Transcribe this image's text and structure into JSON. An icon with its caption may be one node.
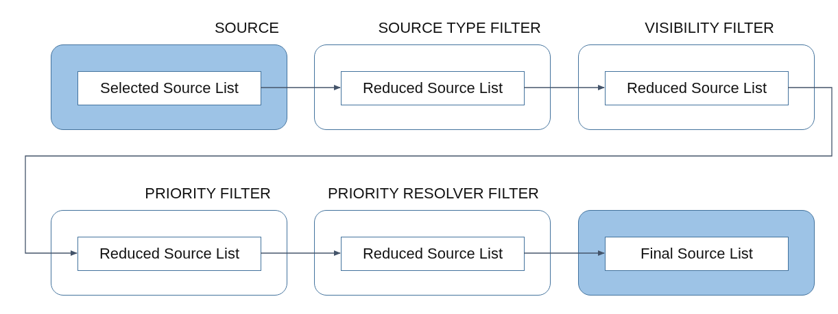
{
  "diagram": {
    "nodes": [
      {
        "text": [
          "SOURCE"
        ]
      },
      {
        "text": [
          "Selected Source List"
        ],
        "in": 0
      },
      {
        "text": [
          "SOURCE TYPE FILTER"
        ]
      },
      {
        "text": [
          "Reduced Source List"
        ],
        "in": 2
      },
      {
        "text": [
          "VISIBILITY FILTER"
        ]
      },
      {
        "text": [
          "Reduced Source List"
        ],
        "in": 4
      },
      {
        "text": [
          "PRIORITY FILTER"
        ]
      },
      {
        "text": [
          "Reduced Source List"
        ],
        "in": 6
      },
      {
        "text": [
          "PRIORITY RESOLVER FILTER"
        ]
      },
      {
        "text": [
          "Reduced Source List"
        ],
        "in": 8
      },
      {
        "text": [],
        "shape": "box"
      },
      {
        "text": [
          "Final Source List"
        ],
        "in": 10
      }
    ],
    "edges": [
      {
        "from": 1,
        "to": 3,
        "arrow": "to"
      },
      {
        "from": 3,
        "to": 5,
        "arrow": "to"
      },
      {
        "from": 5,
        "to": 7,
        "arrow": "to"
      },
      {
        "from": 7,
        "to": 9,
        "arrow": "to"
      },
      {
        "from": 9,
        "to": 11,
        "arrow": "to"
      }
    ]
  }
}
